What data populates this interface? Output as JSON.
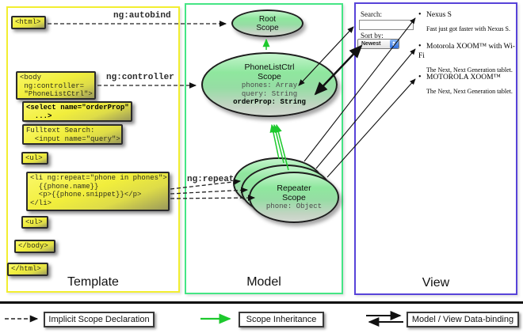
{
  "columns": {
    "template_label": "Template",
    "model_label": "Model",
    "view_label": "View"
  },
  "labels": {
    "ng_autobind": "ng:autobind",
    "ng_controller": "ng:controller",
    "ng_repeat": "ng:repeat"
  },
  "template": {
    "html_open": "<html>",
    "body_open": "<body\n ng:controller=\n \"PhoneListCtrl\">",
    "select": "<select name=\"orderProp\"\n  ...>",
    "fulltext": "Fulltext Search:\n  <input name=\"query\">",
    "ul_open": "<ul>",
    "li_repeat": "<li ng:repeat=\"phone in phones\">\n  {{phone.name}}\n  <p>{{phone.snippet}}</p>\n</li>",
    "ul_close": "<ul>",
    "body_close": "</body>",
    "html_close": "</html>"
  },
  "model": {
    "root_title": "Root\nScope",
    "plc_title": "PhoneListCtrl\nScope",
    "plc_props": [
      "phones: Array",
      "query: String",
      "orderProp: String"
    ],
    "repeater_title": "Repeater\nScope",
    "repeater_prop": "phone: Object"
  },
  "view": {
    "search_label": "Search:",
    "search_value": "",
    "sort_label": "Sort by:",
    "sort_value": "Newest",
    "bullet": "•",
    "items": [
      {
        "title": "Nexus S",
        "desc": "Fast just got faster with Nexus S."
      },
      {
        "title": "Motorola XOOM™ with Wi-Fi",
        "desc": "The Next, Next Generation tablet."
      },
      {
        "title": "MOTOROLA XOOM™",
        "desc": "The Next, Next Generation tablet."
      }
    ]
  },
  "legend": {
    "implicit": "Implicit Scope Declaration",
    "inheritance": "Scope Inheritance",
    "databinding": "Model / View Data-binding"
  },
  "colors": {
    "template_border": "#f2ee30",
    "model_border": "#45e585",
    "view_border": "#5743d9",
    "scope_fill": "#8fe79e",
    "box_fill": "#f1ee3c",
    "arrow_green": "#1dc92d",
    "arrow_black": "#111111"
  }
}
